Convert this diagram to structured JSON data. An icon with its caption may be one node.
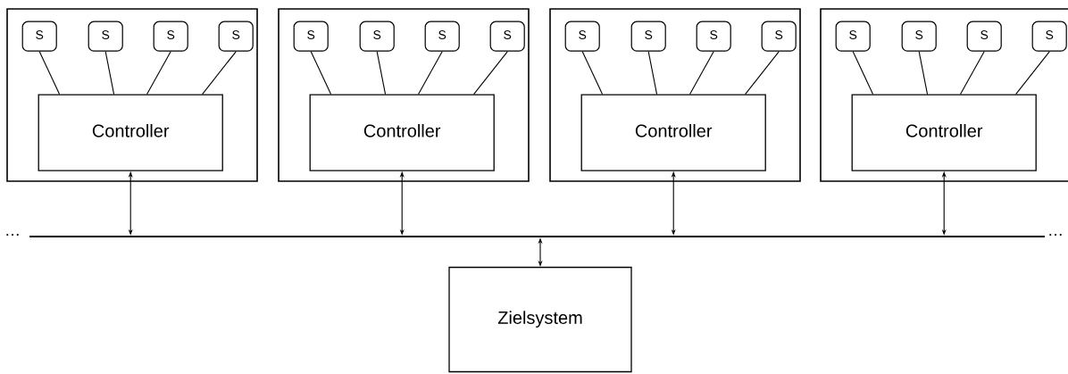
{
  "diagram": {
    "nodes": [
      {
        "text": [],
        "shape": "box"
      },
      {
        "text": [
          "S"
        ],
        "in": 0
      },
      {
        "text": [
          "S"
        ],
        "in": 0
      },
      {
        "text": [
          "S"
        ],
        "in": 0
      },
      {
        "text": [
          "S"
        ],
        "in": 0
      },
      {
        "text": [
          "Controller"
        ],
        "in": 0
      },
      {
        "text": [],
        "shape": "box"
      },
      {
        "text": [
          "S"
        ],
        "in": 6
      },
      {
        "text": [
          "S"
        ],
        "in": 6
      },
      {
        "text": [
          "S"
        ],
        "in": 6
      },
      {
        "text": [
          "S"
        ],
        "in": 6
      },
      {
        "text": [
          "Controller"
        ],
        "in": 6
      },
      {
        "text": [],
        "shape": "box"
      },
      {
        "text": [
          "S"
        ],
        "in": 12
      },
      {
        "text": [
          "S"
        ],
        "in": 12
      },
      {
        "text": [
          "S"
        ],
        "in": 12
      },
      {
        "text": [
          "S"
        ],
        "in": 12
      },
      {
        "text": [
          "Controller"
        ],
        "in": 12
      },
      {
        "text": [],
        "shape": "box"
      },
      {
        "text": [
          "S"
        ],
        "in": 18
      },
      {
        "text": [
          "S"
        ],
        "in": 18
      },
      {
        "text": [
          "S"
        ],
        "in": 18
      },
      {
        "text": [
          "S"
        ],
        "in": 18
      },
      {
        "text": [
          "Controller"
        ],
        "in": 18
      },
      {
        "text": [],
        "shape": "bar"
      },
      {
        "text": [
          "Zielsystem"
        ]
      }
    ],
    "edges": [
      {
        "from": 1,
        "to": 5,
        "arrow": "none"
      },
      {
        "from": 2,
        "to": 5,
        "arrow": "none"
      },
      {
        "from": 3,
        "to": 5,
        "arrow": "none"
      },
      {
        "from": 4,
        "to": 5,
        "arrow": "none"
      },
      {
        "from": 7,
        "to": 11,
        "arrow": "none"
      },
      {
        "from": 8,
        "to": 11,
        "arrow": "none"
      },
      {
        "from": 9,
        "to": 11,
        "arrow": "none"
      },
      {
        "from": 10,
        "to": 11,
        "arrow": "none"
      },
      {
        "from": 13,
        "to": 17,
        "arrow": "none"
      },
      {
        "from": 14,
        "to": 17,
        "arrow": "none"
      },
      {
        "from": 15,
        "to": 17,
        "arrow": "none"
      },
      {
        "from": 16,
        "to": 17,
        "arrow": "none"
      },
      {
        "from": 19,
        "to": 23,
        "arrow": "none"
      },
      {
        "from": 20,
        "to": 23,
        "arrow": "none"
      },
      {
        "from": 21,
        "to": 23,
        "arrow": "none"
      },
      {
        "from": 22,
        "to": 23,
        "arrow": "none"
      },
      {
        "from": 5,
        "to": 24,
        "arrow": "both"
      },
      {
        "from": 11,
        "to": 24,
        "arrow": "both"
      },
      {
        "from": 17,
        "to": 24,
        "arrow": "both"
      },
      {
        "from": 23,
        "to": 24,
        "arrow": "both"
      },
      {
        "from": 24,
        "to": 25,
        "arrow": "both"
      }
    ],
    "labels": [
      "…",
      "…"
    ]
  }
}
